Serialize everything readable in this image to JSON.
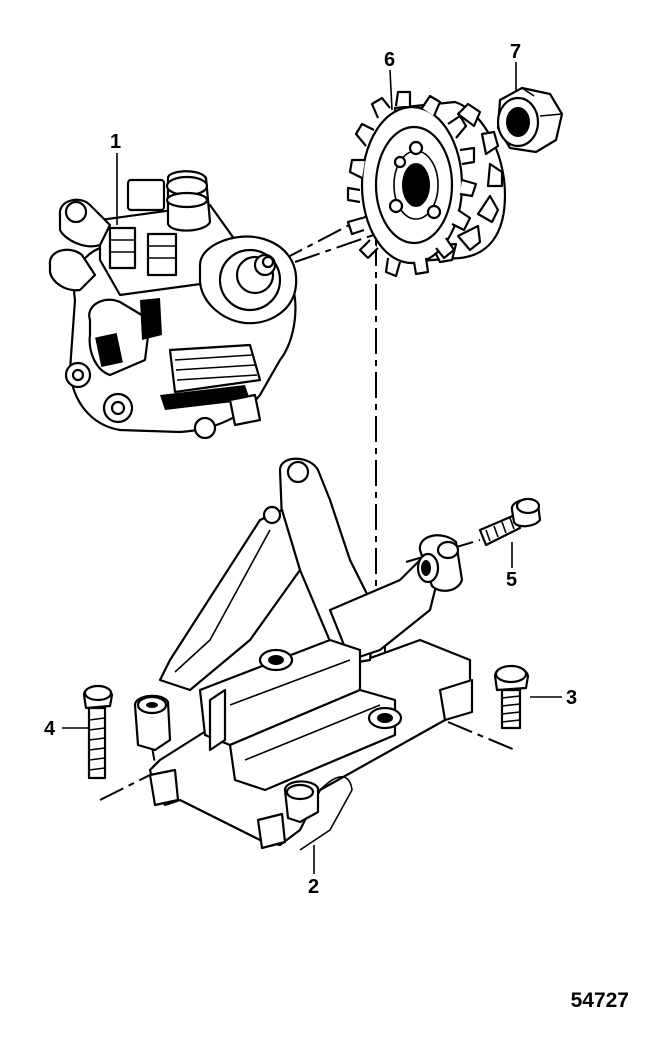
{
  "callouts": {
    "c1": "1",
    "c2": "2",
    "c3": "3",
    "c4": "4",
    "c5": "5",
    "c6": "6",
    "c7": "7"
  },
  "figure_number": "54727",
  "parts": {
    "p1": "high-pressure-fuel-pump",
    "p2": "mounting-bracket",
    "p3": "bracket-screw-short",
    "p4": "bracket-screw-long",
    "p5": "pump-bolt",
    "p6": "drive-sprocket",
    "p7": "sprocket-nut"
  }
}
